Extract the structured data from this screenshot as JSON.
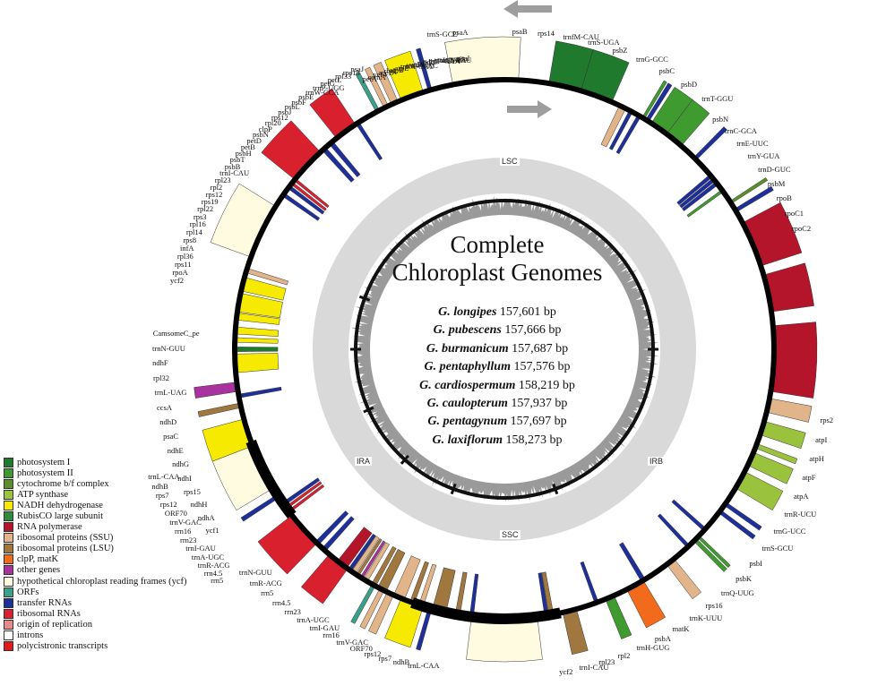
{
  "center": {
    "title_line1": "Complete",
    "title_line2": "Chloroplast Genomes"
  },
  "species": [
    {
      "name": "G. longipes",
      "size": "157,601 bp"
    },
    {
      "name": "G. pubescens",
      "size": "157,666 bp"
    },
    {
      "name": "G. burmanicum",
      "size": "157,687 bp"
    },
    {
      "name": "G. pentaphyllum",
      "size": "157,576 bp"
    },
    {
      "name": "G. cardiospermum",
      "size": "158,219 bp"
    },
    {
      "name": "G. caulopterum",
      "size": "157,937 bp"
    },
    {
      "name": "G. pentagynum",
      "size": "157,697 bp"
    },
    {
      "name": "G. laxiflorum",
      "size": "158,273 bp"
    }
  ],
  "regions": {
    "lsc": "LSC",
    "ira": "IRA",
    "irb": "IRB",
    "ssc": "SSC"
  },
  "legend": [
    {
      "label": "photosystem I",
      "color": "#1f7a2e"
    },
    {
      "label": "photosystem II",
      "color": "#3f9a2f"
    },
    {
      "label": "cytochrome b/f complex",
      "color": "#5b8f2a"
    },
    {
      "label": "ATP synthase",
      "color": "#9bc23c"
    },
    {
      "label": "NADH dehydrogenase",
      "color": "#f5ea00"
    },
    {
      "label": "RubisCO large subunit",
      "color": "#2e8b3a"
    },
    {
      "label": "RNA polymerase",
      "color": "#b5152b"
    },
    {
      "label": "ribosomal proteins (SSU)",
      "color": "#e2b48a"
    },
    {
      "label": "ribosomal proteins (LSU)",
      "color": "#a0783f"
    },
    {
      "label": "clpP, matK",
      "color": "#f26b1d"
    },
    {
      "label": "other genes",
      "color": "#a8329e"
    },
    {
      "label": "hypothetical chloroplast reading frames (ycf)",
      "color": "#fffbe0"
    },
    {
      "label": "ORFs",
      "color": "#3aa08a"
    },
    {
      "label": "transfer RNAs",
      "color": "#1f2f9a"
    },
    {
      "label": "ribosomal RNAs",
      "color": "#d8202f"
    },
    {
      "label": "origin of replication",
      "color": "#e58a8a"
    },
    {
      "label": "introns",
      "color": "#ffffff"
    },
    {
      "label": "polycistronic transcripts",
      "color": "#e11b1b"
    }
  ],
  "genes": [
    {
      "name": "trnS-GCU",
      "a": 2,
      "len": 1.2,
      "cat": 13,
      "out": true
    },
    {
      "name": "psaA",
      "a": 13,
      "len": 7,
      "cat": 0,
      "out": true
    },
    {
      "name": "psaB",
      "a": 20,
      "len": 7,
      "cat": 0,
      "out": true
    },
    {
      "name": "rps14",
      "a": 26,
      "len": 1.5,
      "cat": 7,
      "out": false
    },
    {
      "name": "trnfM-CAU",
      "a": 28,
      "len": 0.8,
      "cat": 13,
      "out": false
    },
    {
      "name": "trnS-UGA",
      "a": 30,
      "len": 0.8,
      "cat": 13,
      "out": false
    },
    {
      "name": "psbZ",
      "a": 31,
      "len": 0.6,
      "cat": 1,
      "out": true
    },
    {
      "name": "trnG-GCC",
      "a": 32,
      "len": 0.8,
      "cat": 13,
      "out": true
    },
    {
      "name": "psbC",
      "a": 35,
      "len": 4,
      "cat": 1,
      "out": true
    },
    {
      "name": "psbD",
      "a": 39,
      "len": 4,
      "cat": 1,
      "out": true
    },
    {
      "name": "trnT-GGU",
      "a": 45,
      "len": 0.8,
      "cat": 13,
      "out": true
    },
    {
      "name": "trnE-UUC",
      "a": 50,
      "len": 0.8,
      "cat": 13,
      "out": false
    },
    {
      "name": "trnY-GUA",
      "a": 51,
      "len": 0.8,
      "cat": 13,
      "out": false
    },
    {
      "name": "trnD-GUC",
      "a": 52,
      "len": 0.8,
      "cat": 13,
      "out": false
    },
    {
      "name": "psbM",
      "a": 54,
      "len": 0.6,
      "cat": 1,
      "out": false
    },
    {
      "name": "petN",
      "a": 57,
      "len": 0.6,
      "cat": 2,
      "out": true
    },
    {
      "name": "trnC-GCA",
      "a": 59,
      "len": 0.8,
      "cat": 13,
      "out": true
    },
    {
      "name": "rpoB",
      "a": 67,
      "len": 10,
      "cat": 6,
      "out": true
    },
    {
      "name": "rpoC1",
      "a": 78,
      "len": 8,
      "cat": 6,
      "out": true
    },
    {
      "name": "rpoC2",
      "a": 92,
      "len": 14,
      "cat": 6,
      "out": true
    },
    {
      "name": "rps2",
      "a": 102,
      "len": 3,
      "cat": 7,
      "out": true
    },
    {
      "name": "atpI",
      "a": 107,
      "len": 3,
      "cat": 3,
      "out": true
    },
    {
      "name": "atpH",
      "a": 111,
      "len": 1,
      "cat": 3,
      "out": true
    },
    {
      "name": "atpF",
      "a": 114,
      "len": 3,
      "cat": 3,
      "out": true
    },
    {
      "name": "atpA",
      "a": 119,
      "len": 4,
      "cat": 3,
      "out": true
    },
    {
      "name": "trnR-UCU",
      "a": 125,
      "len": 0.8,
      "cat": 13,
      "out": true
    },
    {
      "name": "trnG-UCC",
      "a": 127,
      "len": 0.8,
      "cat": 13,
      "out": true
    },
    {
      "name": "trnS-GCU",
      "a": 132,
      "len": 0.8,
      "cat": 13,
      "out": false
    },
    {
      "name": "psbI",
      "a": 134,
      "len": 0.6,
      "cat": 1,
      "out": true
    },
    {
      "name": "psbK",
      "a": 135,
      "len": 0.8,
      "cat": 1,
      "out": true
    },
    {
      "name": "trnQ-UUG",
      "a": 137,
      "len": 0.8,
      "cat": 13,
      "out": false
    },
    {
      "name": "rps16",
      "a": 142,
      "len": 2,
      "cat": 7,
      "out": true
    },
    {
      "name": "trnK-UUU",
      "a": 149,
      "len": 1,
      "cat": 13,
      "out": false
    },
    {
      "name": "matK",
      "a": 151,
      "len": 4,
      "cat": 9,
      "out": true
    },
    {
      "name": "psbA",
      "a": 157,
      "len": 2,
      "cat": 1,
      "out": true
    },
    {
      "name": "trnH-GUG",
      "a": 160,
      "len": 0.8,
      "cat": 13,
      "out": false
    },
    {
      "name": "rpl2",
      "a": 166,
      "len": 3,
      "cat": 8,
      "out": true
    },
    {
      "name": "rpl23",
      "a": 170,
      "len": 1,
      "cat": 8,
      "out": false
    },
    {
      "name": "trnI-CAU",
      "a": 171,
      "len": 0.8,
      "cat": 13,
      "out": false
    },
    {
      "name": "ycf2",
      "a": 180,
      "len": 14,
      "cat": 11,
      "out": true
    },
    {
      "name": "trnL-CAA",
      "a": 196,
      "len": 0.8,
      "cat": 13,
      "out": true
    },
    {
      "name": "ndhB",
      "a": 200,
      "len": 5,
      "cat": 4,
      "out": true
    },
    {
      "name": "rps7",
      "a": 205,
      "len": 1.5,
      "cat": 7,
      "out": true
    },
    {
      "name": "rps12",
      "a": 207,
      "len": 1,
      "cat": 7,
      "out": true
    },
    {
      "name": "ORF70",
      "a": 209,
      "len": 0.8,
      "cat": 12,
      "out": true
    },
    {
      "name": "trnV-GAC",
      "a": 215,
      "len": 0.8,
      "cat": 13,
      "out": false
    },
    {
      "name": "rrn16",
      "a": 218,
      "len": 5,
      "cat": 14,
      "out": true
    },
    {
      "name": "trnI-GAU",
      "a": 222,
      "len": 1,
      "cat": 13,
      "out": false
    },
    {
      "name": "trnA-UGC",
      "a": 224,
      "len": 1,
      "cat": 13,
      "out": false
    },
    {
      "name": "rrn23",
      "a": 228,
      "len": 8,
      "cat": 14,
      "out": true
    },
    {
      "name": "rrn4.5",
      "a": 233,
      "len": 0.6,
      "cat": 14,
      "out": false
    },
    {
      "name": "rrn5",
      "a": 234,
      "len": 0.6,
      "cat": 14,
      "out": false
    },
    {
      "name": "trnR-ACG",
      "a": 235,
      "len": 0.8,
      "cat": 13,
      "out": false
    },
    {
      "name": "trnN-GUU",
      "a": 237,
      "len": 0.8,
      "cat": 13,
      "out": true
    },
    {
      "name": "ycf1",
      "a": 244,
      "len": 10,
      "cat": 11,
      "out": true
    },
    {
      "name": "ndhF",
      "a": 252,
      "len": 6,
      "cat": 4,
      "out": true
    },
    {
      "name": "rpl32",
      "a": 258,
      "len": 1,
      "cat": 8,
      "out": true
    },
    {
      "name": "trnL-UAG",
      "a": 260,
      "len": 0.8,
      "cat": 13,
      "out": false
    },
    {
      "name": "ccsA",
      "a": 262,
      "len": 2,
      "cat": 10,
      "out": true
    },
    {
      "name": "ndhD",
      "a": 267,
      "len": 4,
      "cat": 4,
      "out": false
    },
    {
      "name": "psaC",
      "a": 270,
      "len": 1,
      "cat": 0,
      "out": false
    },
    {
      "name": "ndhE",
      "a": 272,
      "len": 1,
      "cat": 4,
      "out": false
    },
    {
      "name": "ndhG",
      "a": 274,
      "len": 1.5,
      "cat": 4,
      "out": false
    },
    {
      "name": "ndhI",
      "a": 277,
      "len": 1.5,
      "cat": 4,
      "out": false
    },
    {
      "name": "ndhA",
      "a": 280,
      "len": 4,
      "cat": 4,
      "out": false
    },
    {
      "name": "ndhH",
      "a": 284,
      "len": 3,
      "cat": 4,
      "out": false
    },
    {
      "name": "rps15",
      "a": 287,
      "len": 1,
      "cat": 7,
      "out": false
    },
    {
      "name": "ycf1",
      "a": 296,
      "len": 12,
      "cat": 11,
      "out": true
    },
    {
      "name": "trnN-GUU",
      "a": 305,
      "len": 0.8,
      "cat": 13,
      "out": false
    },
    {
      "name": "trnR-ACG",
      "a": 307,
      "len": 0.8,
      "cat": 13,
      "out": false
    },
    {
      "name": "rrn5",
      "a": 308,
      "len": 0.6,
      "cat": 14,
      "out": false
    },
    {
      "name": "rrn4.5",
      "a": 309,
      "len": 0.6,
      "cat": 14,
      "out": false
    },
    {
      "name": "rrn23",
      "a": 313,
      "len": 8,
      "cat": 14,
      "out": true
    },
    {
      "name": "trnA-UGC",
      "a": 318,
      "len": 1,
      "cat": 13,
      "out": false
    },
    {
      "name": "trnI-GAU",
      "a": 320,
      "len": 1,
      "cat": 13,
      "out": false
    },
    {
      "name": "rrn16",
      "a": 324,
      "len": 5,
      "cat": 14,
      "out": true
    },
    {
      "name": "trnV-GAC",
      "a": 327,
      "len": 0.8,
      "cat": 13,
      "out": false
    },
    {
      "name": "ORF70",
      "a": 332,
      "len": 0.8,
      "cat": 12,
      "out": true
    },
    {
      "name": "rps12",
      "a": 334,
      "len": 1,
      "cat": 7,
      "out": true
    },
    {
      "name": "rps7",
      "a": 336,
      "len": 1.5,
      "cat": 7,
      "out": true
    },
    {
      "name": "ndhB",
      "a": 340,
      "len": 5,
      "cat": 4,
      "out": true
    },
    {
      "name": "trnL-CAA",
      "a": 344,
      "len": 0.8,
      "cat": 13,
      "out": true
    },
    {
      "name": "ycf2",
      "a": 356,
      "len": 14,
      "cat": 11,
      "out": true
    }
  ],
  "genes_left": [
    {
      "name": "trnI-CAU",
      "a": 187,
      "len": 0.8,
      "cat": 13,
      "out": false
    },
    {
      "name": "rpl23",
      "a": 190,
      "len": 1,
      "cat": 8,
      "out": false
    },
    {
      "name": "rpl2",
      "a": 194,
      "len": 3,
      "cat": 8,
      "out": false
    },
    {
      "name": "rps19",
      "a": 198,
      "len": 1,
      "cat": 7,
      "out": false
    },
    {
      "name": "rpl22",
      "a": 200,
      "len": 1,
      "cat": 8,
      "out": false
    },
    {
      "name": "rps3",
      "a": 203,
      "len": 2.5,
      "cat": 7,
      "out": false
    },
    {
      "name": "rpl16",
      "a": 207,
      "len": 2,
      "cat": 8,
      "out": false
    },
    {
      "name": "rpl14",
      "a": 209,
      "len": 1,
      "cat": 8,
      "out": false
    },
    {
      "name": "rps8",
      "a": 211,
      "len": 1,
      "cat": 7,
      "out": false
    },
    {
      "name": "infA",
      "a": 212,
      "len": 0.6,
      "cat": 10,
      "out": false
    },
    {
      "name": "rpl36",
      "a": 213,
      "len": 0.6,
      "cat": 8,
      "out": false
    },
    {
      "name": "rps11",
      "a": 214,
      "len": 1,
      "cat": 7,
      "out": false
    },
    {
      "name": "rpoA",
      "a": 217,
      "len": 2.5,
      "cat": 6,
      "out": false
    }
  ],
  "labels": {
    "top": [
      "trnS-GCU",
      "psaA",
      "psaB",
      "rps14",
      "trnfM-CAU",
      "trnS-UGA",
      "psbZ",
      "trnG-GCC",
      "psbC",
      "psbD",
      "trnT-GGU"
    ],
    "upper_right": [
      "psbN",
      "trnC-GCA",
      "trnE-UUC",
      "trnY-GUA",
      "trnD-GUC",
      "psbM",
      "rpoB",
      "rpoC1",
      "rpoC2"
    ],
    "right": [
      "rps2",
      "atpI",
      "atpH",
      "atpF",
      "atpA",
      "trnR-UCU",
      "trnG-UCC",
      "trnS-GCU",
      "psbI",
      "psbK",
      "trnQ-UUG",
      "rps16",
      "trnK-UUU",
      "matK",
      "psbA",
      "trnH-GUG",
      "rpl2",
      "rpl23",
      "trnI-CAU",
      "ycf2"
    ],
    "lower_right": [
      "trnL-CAA",
      "ndhB",
      "rps7",
      "rps12",
      "ORF70",
      "trnV-GAC",
      "rrn16",
      "trnI-GAU",
      "trnA-UGC",
      "rrn23",
      "rrn4.5",
      "rrn5",
      "trnR-ACG",
      "trnN-GUU"
    ],
    "bottom": [
      "ycf1",
      "ndhA",
      "ndhH",
      "rps15",
      "ndhI",
      "ndhG",
      "ndhE",
      "psaC",
      "ndhD",
      "ccsA",
      "trnL-UAG",
      "rpl32",
      "ndhF",
      "trnN-GUU",
      "CamsomeC_pe"
    ],
    "lower_left": [
      "rrn5",
      "rrn4.5",
      "trnR-ACG",
      "trnA-UGC",
      "trnI-GAU",
      "rrn23",
      "rrn16",
      "trnV-GAC",
      "ORF70",
      "rps12",
      "rps7",
      "ndhB",
      "trnL-CAA"
    ],
    "left": [
      "ycf2",
      "rpoA",
      "rps11",
      "rpl36",
      "infA",
      "rps8",
      "rpl14",
      "rpl16",
      "rps3",
      "rpl22",
      "rps19",
      "rps12",
      "rpl2",
      "rpl23",
      "trnI-CAU",
      "psbB",
      "psbT",
      "psbH",
      "petB",
      "petD",
      "psbN",
      "clpP",
      "rpl20",
      "rps12",
      "psbJ",
      "psbL",
      "psbF",
      "psbE",
      "trnW-CCA",
      "trnP-UGG",
      "petG",
      "petL",
      "rpl33",
      "rps18",
      "psaJ"
    ],
    "upper_left": [
      "petA",
      "cemA",
      "ycf4",
      "accD",
      "rbcL",
      "atpB",
      "atpE",
      "trnM-CAU",
      "trnV-UAC",
      "ndhC",
      "ndhK",
      "ndhJ",
      "trnF-GAA",
      "trnL-UAA",
      "trnT-UGU",
      "rps4",
      "ycf3",
      "psaI"
    ]
  }
}
